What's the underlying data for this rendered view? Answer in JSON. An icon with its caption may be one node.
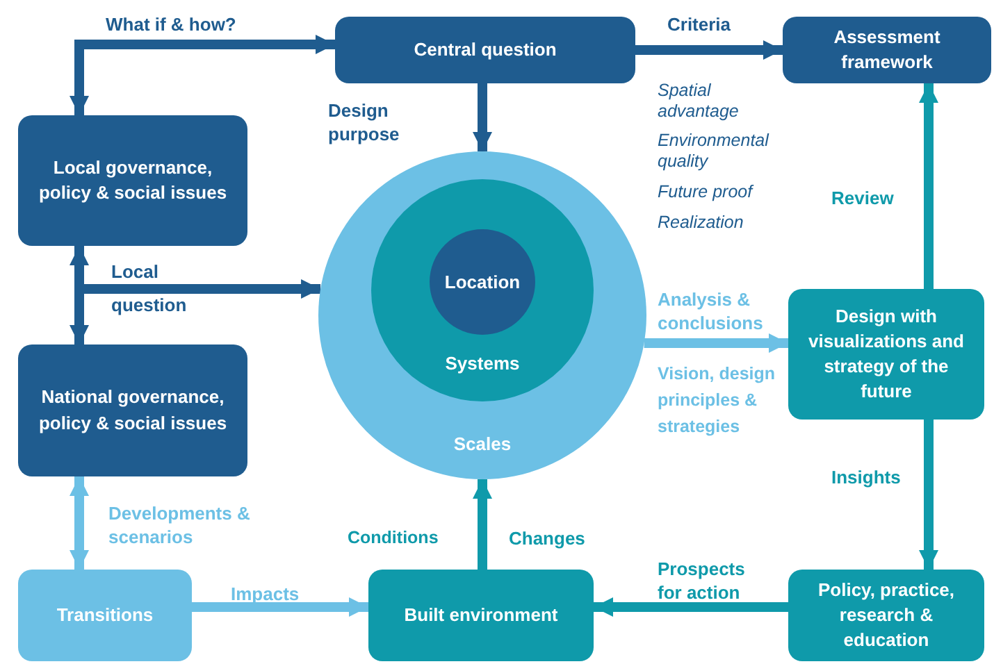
{
  "diagram": {
    "nodes": [
      {
        "text": [
          "Central question"
        ]
      },
      {
        "text": [
          "Assessment framework"
        ]
      },
      {
        "text": [
          "Local governance, policy & social issues"
        ]
      },
      {
        "text": [
          "Scales"
        ]
      },
      {
        "text": [
          "Systems"
        ],
        "in": 3
      },
      {
        "text": [
          "Location"
        ],
        "in": 4
      },
      {
        "text": [
          "National governance, policy & social issues"
        ]
      },
      {
        "text": [
          "Design with visualizations and strategy of the future"
        ]
      },
      {
        "text": [
          "Transitions"
        ]
      },
      {
        "text": [
          "Built environment"
        ]
      },
      {
        "text": [
          "Policy, practice, research & education"
        ]
      }
    ],
    "edges": [
      {
        "from": 2,
        "to": 0,
        "arrow": "both",
        "label": "What if & how?"
      },
      {
        "from": 0,
        "to": 3,
        "arrow": "to",
        "label": "Design purpose"
      },
      {
        "from": 0,
        "to": 1,
        "arrow": "to",
        "label": "Criteria"
      },
      {
        "from": 2,
        "to": 6,
        "arrow": "both"
      },
      {
        "from": null,
        "to": 3,
        "arrow": "to",
        "label": "Local question"
      },
      {
        "from": 3,
        "to": 7,
        "arrow": "to",
        "label": "Analysis & conclusions",
        "color": "#6cc0e5"
      },
      {
        "from": 7,
        "to": 1,
        "arrow": "to",
        "label": "Review",
        "color": "#0f9aaa"
      },
      {
        "from": 7,
        "to": 10,
        "arrow": "to",
        "label": "Insights",
        "color": "#0f9aaa"
      },
      {
        "from": 10,
        "to": 9,
        "arrow": "to",
        "label": "Prospects for action",
        "color": "#0f9aaa"
      },
      {
        "from": 9,
        "to": 3,
        "arrow": "to",
        "label": "Changes",
        "color": "#0f9aaa"
      },
      {
        "from": 6,
        "to": 8,
        "arrow": "both",
        "label": "Developments & scenarios",
        "color": "#6cc0e5"
      },
      {
        "from": 8,
        "to": 9,
        "arrow": "to",
        "label": "Impacts",
        "color": "#6cc0e5"
      }
    ],
    "labels": [
      "Spatial advantage",
      "Environmental quality",
      "Future proof",
      "Realization",
      "Vision, design principles & strategies",
      "Conditions"
    ]
  }
}
